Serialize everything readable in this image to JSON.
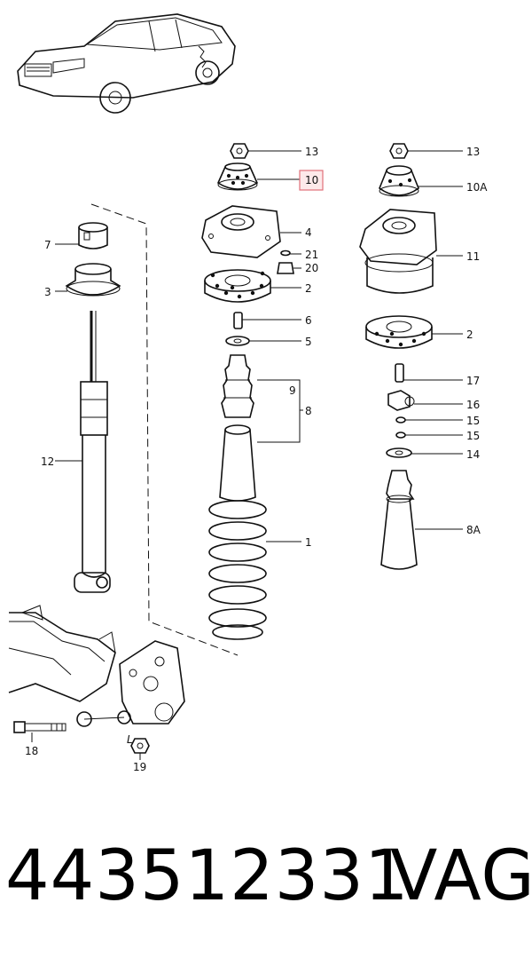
{
  "callouts": {
    "c13a": "13",
    "c10": "10",
    "c4": "4",
    "c21": "21",
    "c20": "20",
    "c2a": "2",
    "c6": "6",
    "c5": "5",
    "c9": "9",
    "c8": "8",
    "c1": "1",
    "c7": "7",
    "c3": "3",
    "c12": "12",
    "c18": "18",
    "c19": "19",
    "c13b": "13",
    "c10A": "10A",
    "c11": "11",
    "c2b": "2",
    "c17": "17",
    "c16": "16",
    "c15a": "15",
    "c15b": "15",
    "c14": "14",
    "c8A": "8A"
  },
  "footer": {
    "part_number": "443512331",
    "brand": "VAG"
  },
  "colors": {
    "line": "#111111",
    "highlight_border": "#e0707a",
    "highlight_fill": "#fde9ea"
  }
}
